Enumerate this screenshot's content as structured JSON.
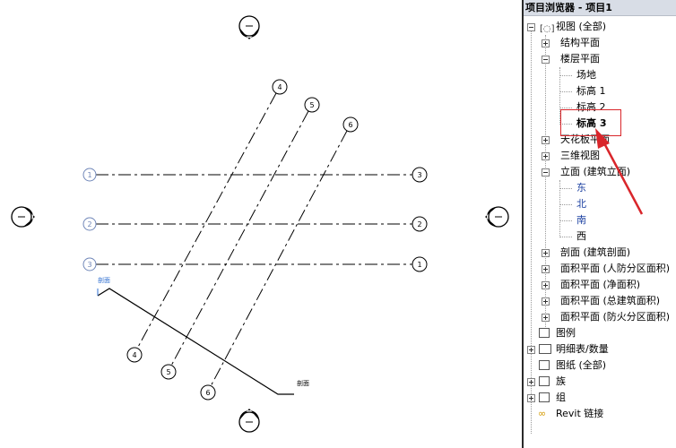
{
  "browser": {
    "title": "项目浏览器 - 项目1",
    "views_label": "视图 (全部)",
    "structural_plans": "结构平面",
    "floor_plans": "楼层平面",
    "site": "场地",
    "level_1": "标高 1",
    "level_2": "标高 2",
    "level_3": "标高 3",
    "ceiling_plans": "天花板平面",
    "3d_views": "三维视图",
    "elevations": "立面 (建筑立面)",
    "east": "东",
    "north": "北",
    "south": "南",
    "west": "西",
    "sections": "剖面 (建筑剖面)",
    "area_plans_civil_defense": "面积平面 (人防分区面积)",
    "area_plans_net": "面积平面 (净面积)",
    "area_plans_gross": "面积平面 (总建筑面积)",
    "area_plans_fire": "面积平面 (防火分区面积)",
    "legends": "图例",
    "schedules": "明细表/数量",
    "sheets": "图纸 (全部)",
    "families": "族",
    "groups": "组",
    "revit_links": "Revit 链接"
  },
  "canvas": {
    "grid_labels_horizontal_left": [
      "1",
      "2",
      "3"
    ],
    "grid_labels_horizontal_right": [
      "3",
      "2",
      "1"
    ],
    "grid_labels_diagonal_top": [
      "4",
      "5",
      "6"
    ],
    "grid_labels_diagonal_bottom": [
      "4",
      "5",
      "6"
    ],
    "section_tag_left": "剖面",
    "section_tag_right": "剖面"
  },
  "colors": {
    "highlight": "#d9262b",
    "elevation_blue": "#1a3fa0",
    "section_blue": "#2f6fd0"
  }
}
